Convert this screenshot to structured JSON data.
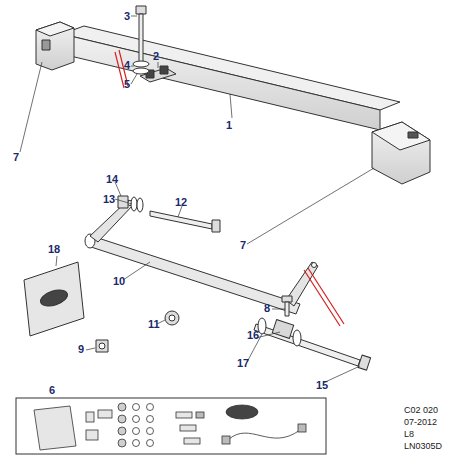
{
  "diagram": {
    "labels": [
      "3",
      "4",
      "5",
      "2",
      "1",
      "7",
      "14",
      "13",
      "12",
      "7",
      "8",
      "10",
      "11",
      "9",
      "16",
      "17",
      "15",
      "18",
      "6",
      "C02 020",
      "07-2012",
      "L8",
      "LN0305D"
    ]
  }
}
